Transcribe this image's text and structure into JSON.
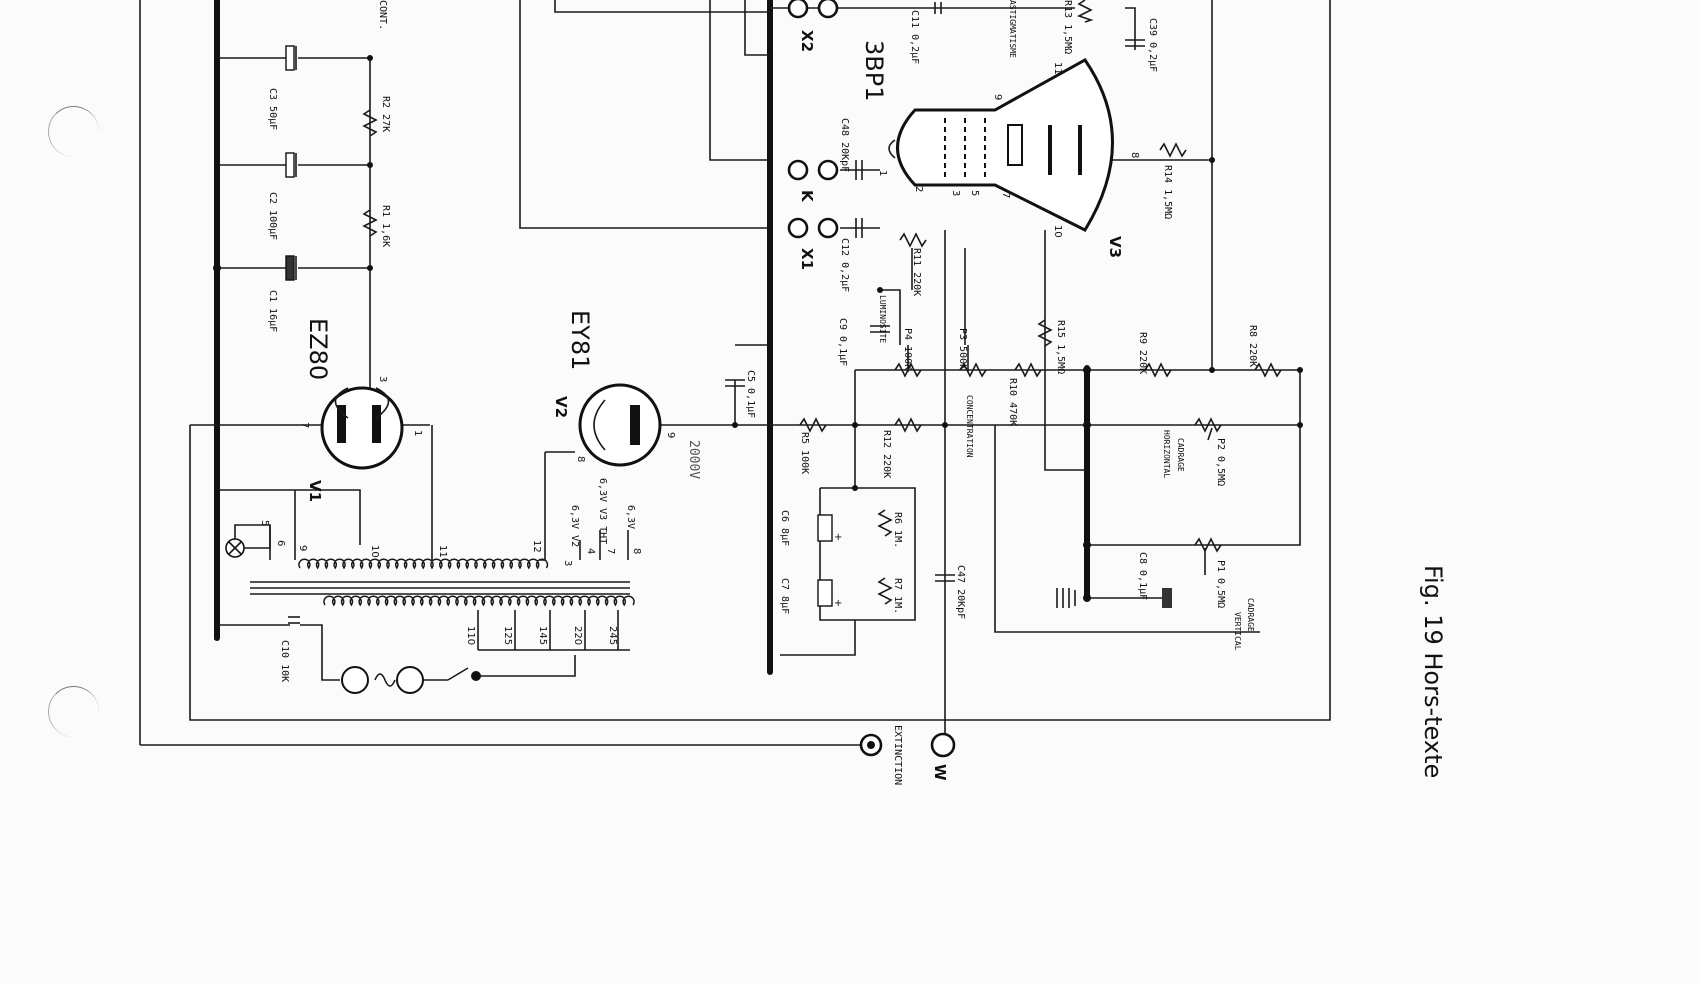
{
  "figure": {
    "caption": "Fig. 19 Hors-texte"
  },
  "tubes": {
    "v1": {
      "ref": "V1",
      "type": "EZ80"
    },
    "v2": {
      "ref": "V2",
      "type": "EY81"
    },
    "v3": {
      "ref": "V3",
      "type": "3BP1"
    }
  },
  "capacitors": {
    "c1": "C1 16µF",
    "c2": "C2 100µF",
    "c3": "C3 50µF",
    "c5": "C5 0,1µF",
    "c6": "C6 8µF",
    "c7": "C7 8µF",
    "c8": "C8 0,1µF",
    "c9": "C9 0,1µF",
    "c10": "C10 10K",
    "c11": "C11 0,2µF",
    "c12": "C12 0,2µF",
    "c39": "C39 0,2µF",
    "c47": "C47 20KpF",
    "c48": "C48 20KpF"
  },
  "resistors": {
    "r1": "R1 1,6K",
    "r2": "R2 27K",
    "r5": "R5 100K",
    "r6": "R6 1M.",
    "r7": "R7 1M.",
    "r8": "R8 220K",
    "r9": "R9 220K",
    "r10": "R10 470K",
    "r11": "R11 220K",
    "r12": "R12 220K",
    "r13": "R13 1,5MΩ",
    "r14": "R14 1,5MΩ",
    "r15": "R15 1,5MΩ"
  },
  "potentiometers": {
    "p1": "P1 0,5MΩ",
    "p2": "P2 0,5MΩ",
    "p3": "P3 500K",
    "p4": "P4 100K"
  },
  "functions": {
    "luminosite": "LUMINOSITE",
    "concentration": "CONCENTRATION",
    "astigmatisme": "ASTIGMATISME",
    "cadrage_h1": "CADRAGE",
    "cadrage_h2": "HORIZONTAL",
    "cadrage_v1": "CADRAGE",
    "cadrage_v2": "VERTICAL",
    "extinction": "EXTINCTION",
    "cont": "CONT.",
    "tht": "2000V"
  },
  "terminals": {
    "x2": "X2",
    "k": "K",
    "x1": "X1",
    "w": "W"
  },
  "transformer": {
    "taps": [
      "110",
      "125",
      "145",
      "220",
      "245"
    ],
    "sec_pins": [
      "5",
      "6",
      "9",
      "10",
      "11",
      "12",
      "3",
      "4",
      "7",
      "8"
    ],
    "heaters": [
      "6,3V V2",
      "6,3V V3 THT",
      "6,3V"
    ]
  },
  "pins": {
    "v1": [
      "7",
      "3",
      "1"
    ],
    "v2": [
      "9",
      "8"
    ],
    "v3": [
      "11",
      "9",
      "8",
      "2",
      "3",
      "5",
      "7",
      "10",
      "1"
    ]
  }
}
